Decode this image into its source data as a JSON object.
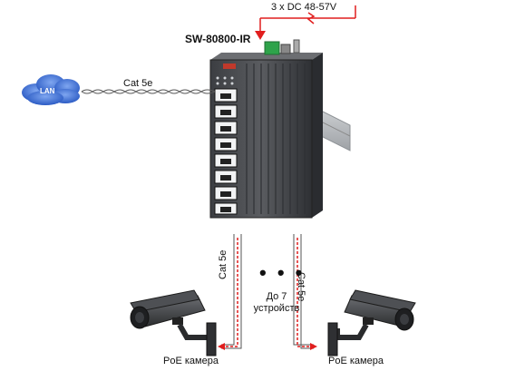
{
  "diagram": {
    "device_model": "SW-80800-IR",
    "power_label": "3 x DC 48-57V",
    "lan_label": "LAN",
    "lan_cable_label": "Cat 5e",
    "left_cable_label": "Cat 5e",
    "right_cable_label": "Cat 5e",
    "ellipsis": "• • •",
    "upto_line1": "До 7",
    "upto_line2": "устройств",
    "camera_left_label": "PoE камера",
    "camera_right_label": "PoE камера",
    "colors": {
      "switch_body": "#4a4c50",
      "cloud": "#3b6fd6",
      "power_arrow": "#e11e1e",
      "power_line": "#e11e1e",
      "terminal": "#2ea34a",
      "cable_dash": "#e11e1e"
    },
    "icons": [
      "cloud-icon",
      "switch-icon",
      "camera-icon",
      "arrow-icon"
    ]
  }
}
